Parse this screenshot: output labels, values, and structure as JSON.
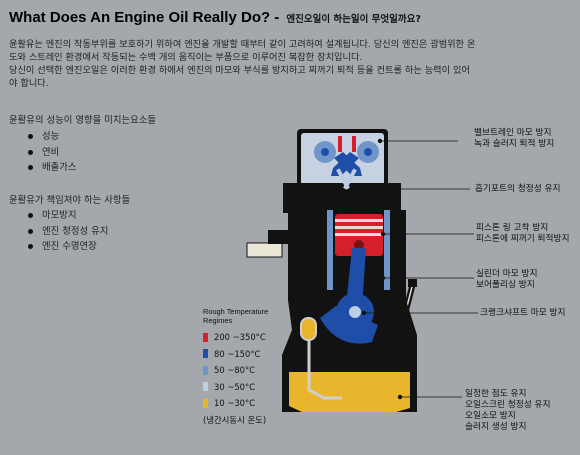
{
  "title": {
    "en": "What Does An Engine Oil Really Do? -",
    "ko": "엔진오일이 하는일이 무엇일까요?"
  },
  "intro": {
    "line1": "윤활유는 엔진의 작동부위를 보호하기 위하여 엔진을 개발할 때부터 같이 고려하여 설계됩니다. 당신의 엔진은 광범위한 온",
    "line2": "도와 스트레인 환경에서 작동되는 수백 개의 움직이는 부품으로 이루어진 복잡한 장치입니다.",
    "line3": "당신이 선택한 엔진오일은 이러한 환경 하에서 엔진의 마모와 부식를 방지하고 찌꺼기 퇴적 등을 컨트롤 하는 능력이 있어",
    "line4": "야 합니다."
  },
  "performance": {
    "heading": "윤활유의 성능이 영향을 미치는요소들",
    "items": [
      "성능",
      "연비",
      "배출가스"
    ]
  },
  "responsibilities": {
    "heading": "윤활유가 책임져야 하는 사항들",
    "items": [
      "마모방지",
      "엔진 청정성 유지",
      "엔진 수명연장"
    ]
  },
  "callouts": {
    "valvetrain": [
      "밸브트레인 마모 방지",
      "녹과 슬러지 퇴적 방지"
    ],
    "intake": [
      "흡기포트의 청정성 유지"
    ],
    "piston": [
      "피스톤 링 고착 방지",
      "피스톤에 찌꺼기 퇴적방지"
    ],
    "cylinder": [
      "실린더 마모 방지",
      "보어폴리싱 방지"
    ],
    "crankshaft": [
      "크랭크샤프트 마모 방지"
    ],
    "oil": [
      "일정한 점도 유지",
      "오일스크린 청정성 유지",
      "오일소모 방지",
      "슬러지 생성 방지"
    ]
  },
  "legend": {
    "title": "Rough Temperature Regimes",
    "items": [
      {
        "label": "200 ~350°C",
        "color": "#d4202a"
      },
      {
        "label": "80 ~150°C",
        "color": "#1f4ea8"
      },
      {
        "label": "50 ~80°C",
        "color": "#6f96c8"
      },
      {
        "label": "30 ~50°C",
        "color": "#bccde4"
      },
      {
        "label": "10 ~30°C",
        "color": "#e8b52c"
      }
    ],
    "note": "(냉간시동시 온도)"
  },
  "colors": {
    "background": "#a4a7ab",
    "engine_body": "#121212",
    "oil": "#e8b52c",
    "hot": "#d4202a",
    "medium": "#1f4ea8",
    "warm": "#6f96c8",
    "cool": "#bccde4"
  }
}
